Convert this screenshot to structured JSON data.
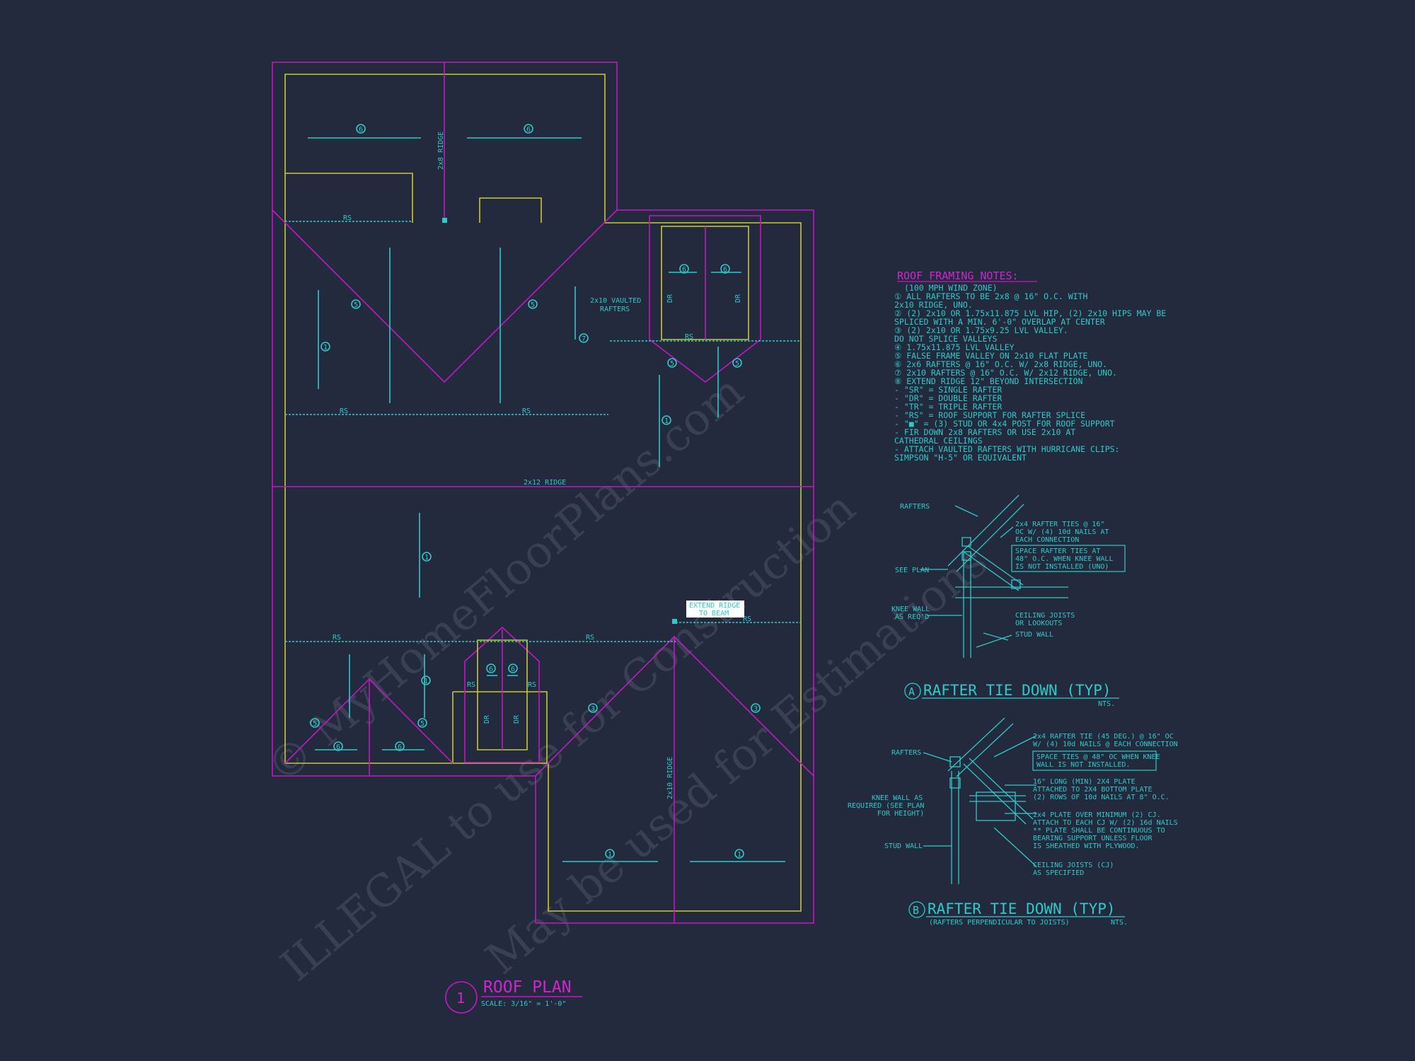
{
  "watermark": {
    "line1": "© MyHomeFloorPlans.com",
    "line2": "ILLEGAL to use for Construction",
    "line3": "May be used for Estimations"
  },
  "plan": {
    "number": "1",
    "title": "ROOF PLAN",
    "scale": "SCALE: 3/16\" = 1'-0\"",
    "labels": {
      "ridge_2x8": "2x8 RIDGE",
      "ridge_2x12": "2x12 RIDGE",
      "ridge_2x10": "2x10 RIDGE",
      "rs": "RS",
      "dr": "DR",
      "vaulted_1": "2x10 VAULTED",
      "vaulted_2": "RAFTERS",
      "extend_1": "EXTEND RIDGE",
      "extend_2": "TO BEAM",
      "n1": "1",
      "n3": "3",
      "n5": "5",
      "n6": "6",
      "n7": "7"
    }
  },
  "notes": {
    "title": "ROOF FRAMING NOTES:",
    "lines": [
      "(100 MPH WIND ZONE)",
      "① ALL RAFTERS TO BE 2x8 @ 16\" O.C. WITH",
      "   2x10 RIDGE, UNO.",
      "② (2) 2x10 OR 1.75x11.875 LVL HIP, (2) 2x10 HIPS MAY BE",
      "   SPLICED WITH A MIN. 6'-0\" OVERLAP AT CENTER",
      "③ (2) 2x10 OR 1.75x9.25 LVL VALLEY.",
      "   DO NOT SPLICE VALLEYS",
      "④ 1.75x11.875 LVL VALLEY",
      "⑤ FALSE FRAME VALLEY ON 2x10 FLAT PLATE",
      "⑥ 2x6 RAFTERS @ 16\" O.C. W/ 2x8 RIDGE, UNO.",
      "⑦ 2x10 RAFTERS @ 16\" O.C. W/ 2x12 RIDGE, UNO.",
      "⑧ EXTEND RIDGE 12\" BEYOND INTERSECTION",
      "-  \"SR\" = SINGLE RAFTER",
      "-  \"DR\" = DOUBLE RAFTER",
      "-  \"TR\" = TRIPLE RAFTER",
      "-  \"RS\" = ROOF SUPPORT FOR RAFTER SPLICE",
      "-  \"■\"  = (3) STUD OR 4x4 POST FOR ROOF SUPPORT",
      "-  FIR DOWN 2x8 RAFTERS OR USE 2x10 AT",
      "   CATHEDRAL CEILINGS",
      "-  ATTACH VAULTED RAFTERS WITH HURRICANE CLIPS:",
      "   SIMPSON \"H-5\" OR EQUIVALENT"
    ]
  },
  "detail_a": {
    "letter": "A",
    "title": "RAFTER TIE DOWN (TYP)",
    "nts": "NTS.",
    "rafters": "RAFTERS",
    "see_plan": "SEE PLAN",
    "knee_1": "KNEE WALL",
    "knee_2": "AS REQ'D",
    "tie_1": "2x4 RAFTER TIES @ 16\"",
    "tie_2": "OC W/ (4) 10d NAILS AT",
    "tie_3": "EACH CONNECTION",
    "box_1": "SPACE RAFTER TIES AT",
    "box_2": "48\" O.C. WHEN KNEE WALL",
    "box_3": "IS NOT INSTALLED (UNO)",
    "cj_1": "CEILING JOISTS",
    "cj_2": "OR LOOKOUTS",
    "stud": "STUD WALL"
  },
  "detail_b": {
    "letter": "B",
    "title": "RAFTER TIE DOWN (TYP)",
    "subtitle": "(RAFTERS PERPENDICULAR TO JOISTS)",
    "nts": "NTS.",
    "rafters": "RAFTERS",
    "tie_1": "2x4 RAFTER TIE (45 DEG.) @ 16\" OC",
    "tie_2": "W/ (4) 10d NAILS @ EACH CONNECTION",
    "box_1": "SPACE TIES @ 48\" OC WHEN KNEE",
    "box_2": "WALL IS NOT INSTALLED.",
    "plate_1": "16\" LONG (MIN) 2X4 PLATE",
    "plate_2": "ATTACHED TO 2X4 BOTTOM PLATE",
    "plate_3": "(2) ROWS OF 10d NAILS AT 8\" O.C.",
    "knee_1": "KNEE WALL AS",
    "knee_2": "REQUIRED (SEE PLAN",
    "knee_3": "FOR HEIGHT)",
    "p2_1": "2x4 PLATE OVER MINIMUM (2) CJ.",
    "p2_2": "ATTACH TO EACH CJ W/ (2) 16d NAILS",
    "p2_3": "** PLATE SHALL BE CONTINUOUS TO",
    "p2_4": "BEARING SUPPORT UNLESS FLOOR",
    "p2_5": "IS SHEATHED WITH PLYWOOD.",
    "stud": "STUD WALL",
    "cj_1": "CEILING JOISTS (CJ)",
    "cj_2": "AS SPECIFIED"
  }
}
